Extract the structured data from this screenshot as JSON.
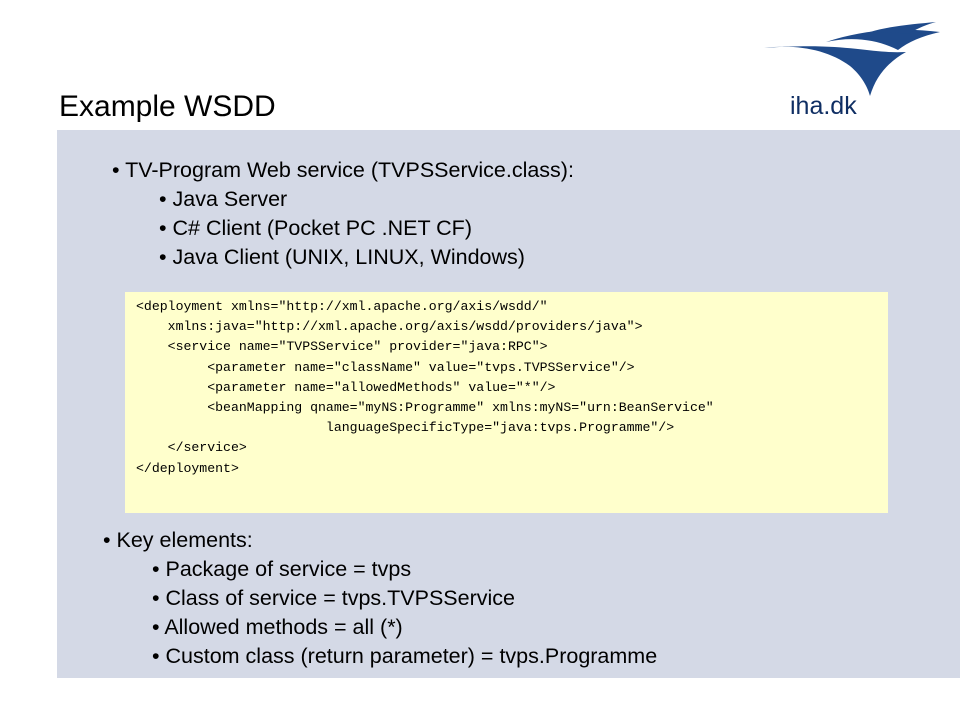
{
  "slide": {
    "title": "Example WSDD",
    "logo_text": "iha.dk",
    "colors": {
      "content_bg": "#d4d9e6",
      "code_bg": "#ffffcc",
      "logo": "#1f4a8a"
    }
  },
  "intro": {
    "heading": "• TV-Program Web service (TVPSService.class):",
    "items": [
      "• Java Server",
      "• C# Client (Pocket PC .NET CF)",
      "• Java Client (UNIX, LINUX, Windows)"
    ]
  },
  "code_lines": [
    "<deployment xmlns=\"http://xml.apache.org/axis/wsdd/\"",
    "    xmlns:java=\"http://xml.apache.org/axis/wsdd/providers/java\">",
    "    <service name=\"TVPSService\" provider=\"java:RPC\">",
    "         <parameter name=\"className\" value=\"tvps.TVPSService\"/>",
    "         <parameter name=\"allowedMethods\" value=\"*\"/>",
    "         <beanMapping qname=\"myNS:Programme\" xmlns:myNS=\"urn:BeanService\"",
    "                        languageSpecificType=\"java:tvps.Programme\"/>",
    "    </service>",
    "</deployment>"
  ],
  "key": {
    "heading": "• Key elements:",
    "items": [
      "• Package of service = tvps",
      "• Class of service = tvps.TVPSService",
      "• Allowed methods = all (*)",
      "• Custom class (return parameter) = tvps.Programme"
    ]
  }
}
